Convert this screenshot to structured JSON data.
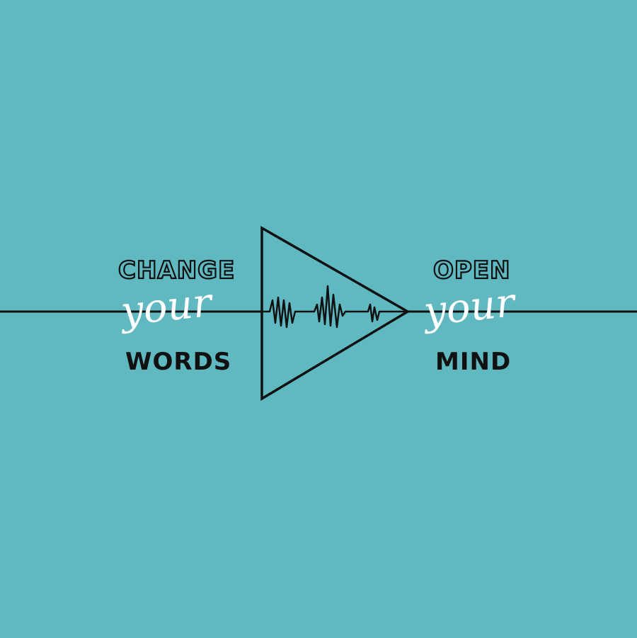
{
  "colors": {
    "background": "#60b8c1",
    "ink": "#111111",
    "script": "#ffffff"
  },
  "left": {
    "top": "CHANGE",
    "middle": "your",
    "bottom": "WORDS"
  },
  "right": {
    "top": "OPEN",
    "middle": "your",
    "bottom": "MIND"
  }
}
